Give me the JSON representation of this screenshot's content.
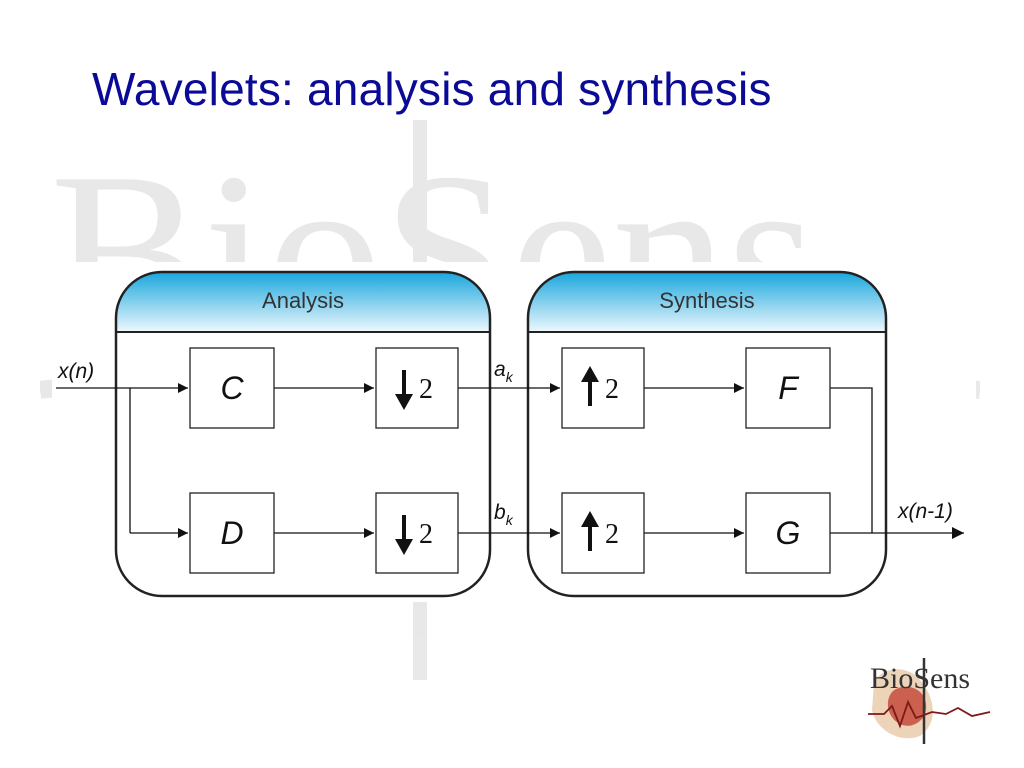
{
  "slide": {
    "title": "Wavelets: analysis and synthesis"
  },
  "watermark": {
    "text": "BioSens"
  },
  "diagram": {
    "input_label": "x(n)",
    "output_label": "x(n-1)",
    "analysis": {
      "title": "Analysis",
      "filter_top": "C",
      "filter_bottom": "D",
      "downsample_factor": "2"
    },
    "synthesis": {
      "title": "Synthesis",
      "filter_top": "F",
      "filter_bottom": "G",
      "upsample_factor": "2"
    },
    "coef_top": {
      "base": "a",
      "sub": "k"
    },
    "coef_bottom": {
      "base": "b",
      "sub": "k"
    },
    "header_gradient": {
      "top": "#19a6dc",
      "bottom": "#eef8fd"
    }
  },
  "logo": {
    "text": "BioSens"
  }
}
